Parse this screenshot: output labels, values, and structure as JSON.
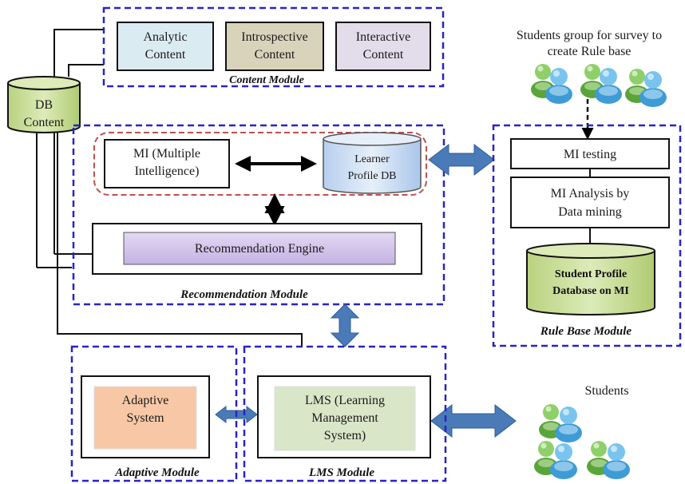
{
  "content_module": {
    "label": "Content Module",
    "analytic": [
      "Analytic",
      "Content"
    ],
    "introspective": [
      "Introspective",
      "Content"
    ],
    "interactive": [
      "Interactive",
      "Content"
    ]
  },
  "db_content": [
    "DB",
    "Content"
  ],
  "survey_group": [
    "Students group for survey to",
    "create Rule base"
  ],
  "recommendation_module": {
    "label": "Recommendation Module",
    "mi": [
      "MI (Multiple",
      "Intelligence)"
    ],
    "learner_profile": [
      "Learner",
      "Profile DB"
    ],
    "engine": "Recommendation Engine"
  },
  "rule_base_module": {
    "label": "Rule Base Module",
    "mi_testing": "MI testing",
    "mi_analysis": [
      "MI Analysis by",
      "Data mining"
    ],
    "student_profile_db": [
      "Student Profile",
      "Database on MI"
    ]
  },
  "adaptive_module": {
    "label": "Adaptive Module",
    "system": [
      "Adaptive",
      "System"
    ]
  },
  "lms_module": {
    "label": "LMS Module",
    "lms": [
      "LMS (Learning",
      "Management",
      "System)"
    ]
  },
  "students_label": "Students",
  "colors": {
    "dash_border": "#2a23c8",
    "analytic_fill": "#daecf2",
    "introspective_fill": "#d9d3bb",
    "interactive_fill": "#e3dcea",
    "db_green": "#c6dc97",
    "db_blue": "#cfe0f3",
    "engine_purple": "#d6c8ec",
    "adaptive_orange": "#f8c8a6",
    "lms_green": "#d9e6c8",
    "arrow_blue": "#4a7ab8",
    "dash_red": "#c0504d"
  }
}
